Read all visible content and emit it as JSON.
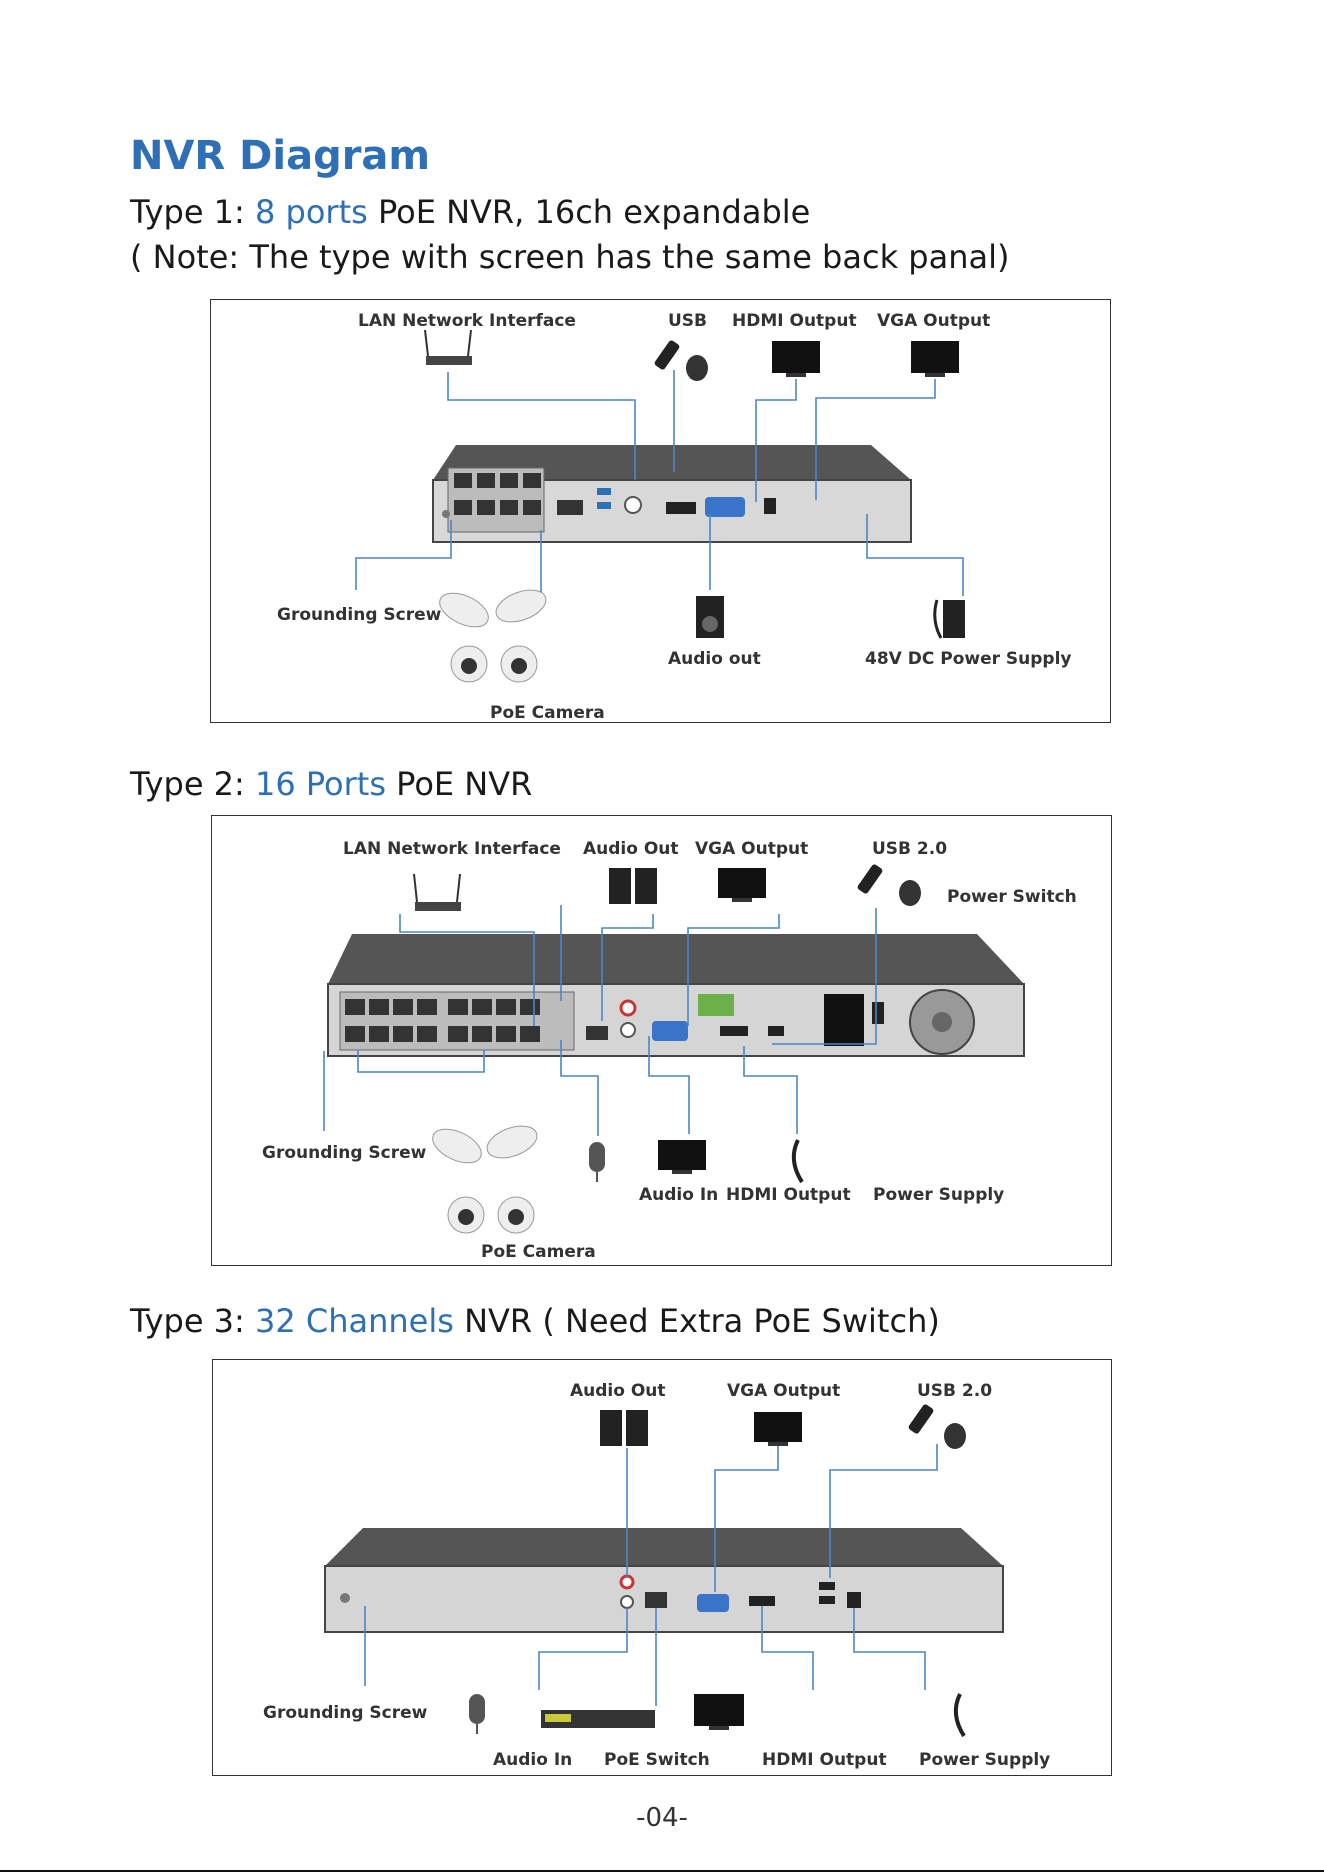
{
  "heading": "NVR Diagram",
  "type1": {
    "prefix": "Type 1: ",
    "highlight": "8 ports",
    "suffix": " PoE NVR, 16ch expandable",
    "note": " ( Note: The type with screen has the same back panal)",
    "labels": {
      "lan": "LAN Network Interface",
      "usb": "USB",
      "hdmi": "HDMI Output",
      "vga": "VGA Output",
      "ground": "Grounding Screw",
      "audio": "Audio out",
      "power": "48V DC Power Supply",
      "camera": "PoE Camera"
    }
  },
  "type2": {
    "prefix": "Type 2:  ",
    "highlight": "16 Ports",
    "suffix": " PoE NVR",
    "labels": {
      "lan": "LAN Network Interface",
      "audio_out": "Audio Out",
      "vga": "VGA Output",
      "usb": "USB 2.0",
      "power_switch": "Power Switch",
      "ground": "Grounding Screw",
      "audio_in": "Audio In",
      "hdmi": "HDMI Output",
      "power": "Power Supply",
      "camera": "PoE Camera"
    }
  },
  "type3": {
    "prefix": "Type 3:  ",
    "highlight": "32 Channels",
    "suffix": " NVR ( Need Extra PoE Switch)",
    "labels": {
      "audio_out": "Audio Out",
      "vga": "VGA Output",
      "usb": "USB 2.0",
      "ground": "Grounding Screw",
      "audio_in": "Audio In",
      "poe_switch": "PoE Switch",
      "hdmi": "HDMI Output",
      "power": "Power Supply"
    }
  },
  "page_number": "-04-"
}
